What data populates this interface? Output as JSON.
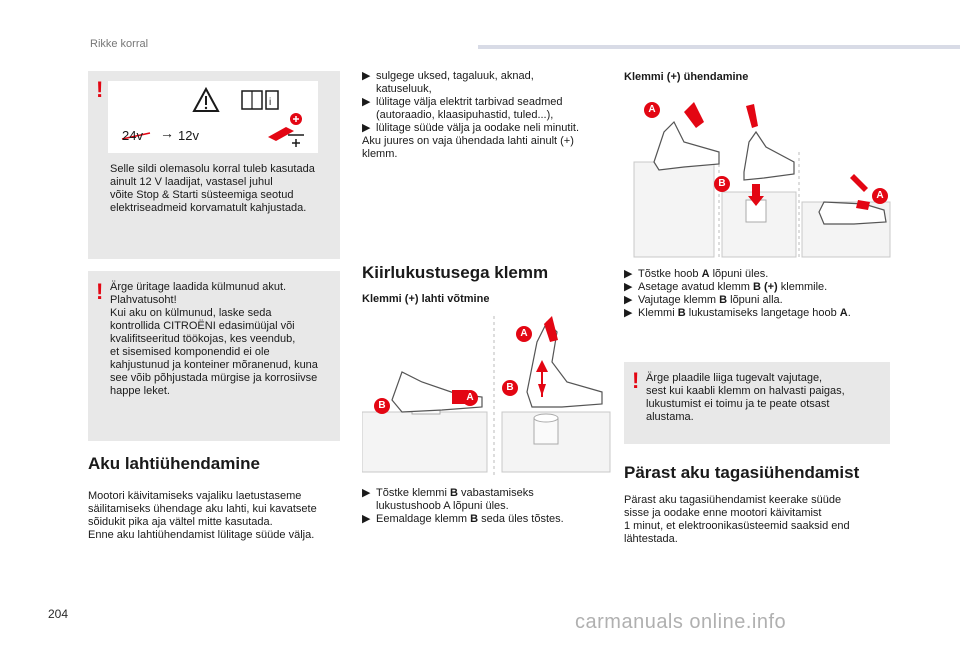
{
  "header": {
    "title": "Rikke korral"
  },
  "page_number": "204",
  "watermark": "carmanuals online.info",
  "warning_label": {
    "voltage_24": "24v",
    "voltage_12": "12v",
    "caption": [
      "Selle sildi olemasolu korral tuleb kasutada",
      "ainult 12 V laadijat, vastasel juhul",
      "võite Stop & Starti süsteemiga seotud",
      "elektriseadmeid korvamatult kahjustada."
    ]
  },
  "warning_frozen": [
    "Ärge üritage laadida külmunud akut.",
    "Plahvatusoht!",
    "Kui aku on külmunud, laske seda",
    "kontrollida CITROËNI edasimüüjal või",
    "kvalifitseeritud töökojas, kes veendub,",
    "et sisemised komponendid ei ole",
    "kahjustunud ja konteiner mõranenud, kuna",
    "see võib põhjustada mürgise ja korrosiivse",
    "happe leket."
  ],
  "section_disconnect": {
    "title": "Aku lahtiühendamine",
    "body": [
      "Mootori käivitamiseks vajaliku laetustaseme",
      "säilitamiseks ühendage aku lahti, kui kavatsete",
      "sõidukit pika aja vältel mitte kasutada.",
      "Enne aku lahtiühendamist lülitage süüde välja."
    ]
  },
  "col2_bullets": [
    {
      "lines": [
        "sulgege uksed, tagaluuk, aknad,",
        "katuseluuk,"
      ]
    },
    {
      "lines": [
        "lülitage välja elektrit tarbivad seadmed",
        "(autoraadio, klaasipuhastid, tuled...),"
      ]
    },
    {
      "lines": [
        "lülitage süüde välja ja oodake neli minutit."
      ]
    }
  ],
  "col2_after": [
    "Aku juures on vaja ühendada lahti ainult (+)",
    "klemm."
  ],
  "quick_terminal": {
    "title": "Kiirlukustusega klemm",
    "subtitle": "Klemmi (+) lahti võtmine",
    "labels": {
      "a": "A",
      "b": "B"
    },
    "steps": [
      {
        "pre": "Tõstke klemmi ",
        "bold": "B",
        "post": " vabastamiseks",
        "line2": "lukustushoob A lõpuni üles."
      },
      {
        "pre": "Eemaldage klemm ",
        "bold": "B",
        "post": " seda üles tõstes.",
        "line2": ""
      }
    ]
  },
  "connect": {
    "title": "Klemmi (+) ühendamine",
    "steps": [
      {
        "pre": "Tõstke hoob ",
        "bold": "A",
        "post": " lõpuni üles."
      },
      {
        "pre": "Asetage avatud klemm ",
        "bold": "B (+)",
        "post": " klemmile."
      },
      {
        "pre": "Vajutage klemm ",
        "bold": "B",
        "post": " lõpuni alla."
      },
      {
        "pre": "Klemmi ",
        "bold": "B",
        "post": " lukustamiseks langetage hoob ",
        "bold2": "A",
        "post2": "."
      }
    ],
    "warning": [
      "Ärge plaadile liiga tugevalt vajutage,",
      "sest kui kaabli klemm on halvasti paigas,",
      "lukustumist ei toimu ja te peate otsast",
      "alustama."
    ]
  },
  "reconnect": {
    "title": "Pärast aku tagasiühendamist",
    "body": [
      "Pärast aku tagasiühendamist keerake süüde",
      "sisse ja oodake enne mootori käivitamist",
      "1 minut, et elektroonikasüsteemid saaksid end",
      "lähtestada."
    ]
  },
  "colors": {
    "accent_red": "#e30613",
    "box_gray": "#e8e8e8",
    "header_bar": "#d8dbe6"
  }
}
